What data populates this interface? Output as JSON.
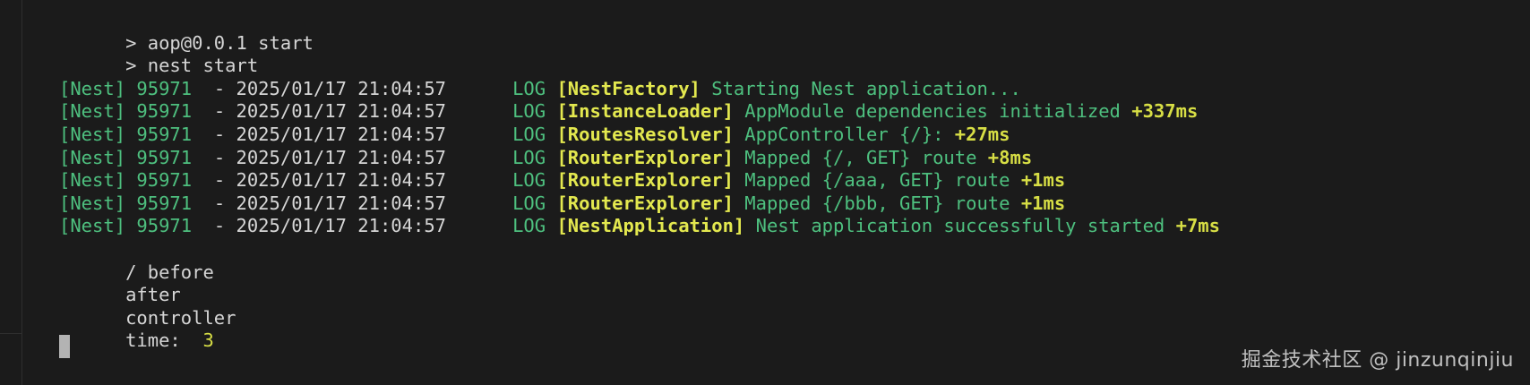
{
  "terminal": {
    "background_color": "#1b1b1b",
    "foreground_color": "#d6d6d6",
    "green_color": "#4ec07f",
    "yellow_color": "#d7de45",
    "context_color": "#e3e84f"
  },
  "npm_header": {
    "line1": "> aop@0.0.1 start",
    "line2": "> nest start"
  },
  "log_prefix": {
    "app_tag": "[Nest]",
    "pid": "95971",
    "dash": "-",
    "date": "2025/01/17",
    "time": "21:04:57",
    "level": "LOG"
  },
  "log_lines": [
    {
      "app_tag": "[Nest]",
      "pid": "95971",
      "dash": "-",
      "timestamp": "2025/01/17 21:04:57",
      "level": "LOG",
      "context": "[NestFactory]",
      "message": "Starting Nest application...",
      "elapsed": ""
    },
    {
      "app_tag": "[Nest]",
      "pid": "95971",
      "dash": "-",
      "timestamp": "2025/01/17 21:04:57",
      "level": "LOG",
      "context": "[InstanceLoader]",
      "message": "AppModule dependencies initialized",
      "elapsed": "+337ms"
    },
    {
      "app_tag": "[Nest]",
      "pid": "95971",
      "dash": "-",
      "timestamp": "2025/01/17 21:04:57",
      "level": "LOG",
      "context": "[RoutesResolver]",
      "message": "AppController {/}:",
      "elapsed": "+27ms"
    },
    {
      "app_tag": "[Nest]",
      "pid": "95971",
      "dash": "-",
      "timestamp": "2025/01/17 21:04:57",
      "level": "LOG",
      "context": "[RouterExplorer]",
      "message": "Mapped {/, GET} route",
      "elapsed": "+8ms"
    },
    {
      "app_tag": "[Nest]",
      "pid": "95971",
      "dash": "-",
      "timestamp": "2025/01/17 21:04:57",
      "level": "LOG",
      "context": "[RouterExplorer]",
      "message": "Mapped {/aaa, GET} route",
      "elapsed": "+1ms"
    },
    {
      "app_tag": "[Nest]",
      "pid": "95971",
      "dash": "-",
      "timestamp": "2025/01/17 21:04:57",
      "level": "LOG",
      "context": "[RouterExplorer]",
      "message": "Mapped {/bbb, GET} route",
      "elapsed": "+1ms"
    },
    {
      "app_tag": "[Nest]",
      "pid": "95971",
      "dash": "-",
      "timestamp": "2025/01/17 21:04:57",
      "level": "LOG",
      "context": "[NestApplication]",
      "message": "Nest application successfully started",
      "elapsed": "+7ms"
    }
  ],
  "output_lines": [
    {
      "text": "/ before"
    },
    {
      "text": "after"
    },
    {
      "text": "controller"
    }
  ],
  "time_line": {
    "label": "time:",
    "value": "3"
  },
  "watermark": {
    "text": "掘金技术社区 @ jinzunqinjiu"
  }
}
